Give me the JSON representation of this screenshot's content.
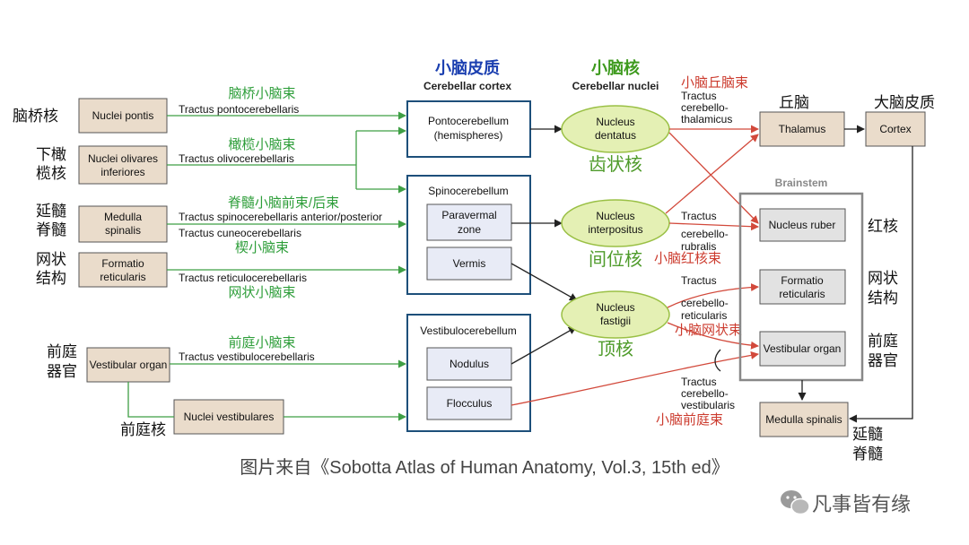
{
  "headers": {
    "cortex_cn": "小脑皮质",
    "cortex_en": "Cerebellar cortex",
    "nuclei_cn": "小脑核",
    "nuclei_en": "Cerebellar nuclei"
  },
  "left": {
    "pontis": {
      "cn": "脑桥核",
      "label": "Nuclei pontis"
    },
    "olivares": {
      "cn1": "下橄",
      "cn2": "榄核",
      "label1": "Nuclei olivares",
      "label2": "inferiores"
    },
    "medulla": {
      "cn1": "延髓",
      "cn2": "脊髓",
      "label1": "Medulla",
      "label2": "spinalis"
    },
    "formatio": {
      "cn1": "网状",
      "cn2": "结构",
      "label1": "Formatio",
      "label2": "reticularis"
    },
    "vestibular": {
      "cn1": "前庭",
      "cn2": "器官",
      "label": "Vestibular organ"
    },
    "vestibulares": {
      "cn": "前庭核",
      "label": "Nuclei vestibulares"
    }
  },
  "tracts_left": {
    "pontocerebellaris": {
      "cn": "脑桥小脑束",
      "en": "Tractus pontocerebellaris"
    },
    "olivocerebellaris": {
      "cn": "橄榄小脑束",
      "en": "Tractus olivocerebellaris"
    },
    "spinocerebellaris": {
      "cn": "脊髓小脑前束/后束",
      "en": "Tractus spinocerebellaris anterior/posterior"
    },
    "cuneocerebellaris": {
      "cn": "楔小脑束",
      "en": "Tractus cuneocerebellaris"
    },
    "reticulocerebellaris": {
      "cn": "网状小脑束",
      "en": "Tractus reticulocerebellaris"
    },
    "vestibulocerebellaris": {
      "cn": "前庭小脑束",
      "en": "Tractus vestibulocerebellaris"
    }
  },
  "cortex": {
    "ponto": {
      "line1": "Pontocerebellum",
      "line2": "(hemispheres)"
    },
    "spino": {
      "title": "Spinocerebellum",
      "paravermal1": "Paravermal",
      "paravermal2": "zone",
      "vermis": "Vermis"
    },
    "vestibulo": {
      "title": "Vestibulocerebellum",
      "nodulus": "Nodulus",
      "flocculus": "Flocculus"
    }
  },
  "nuclei": {
    "dentatus": {
      "line1": "Nucleus",
      "line2": "dentatus",
      "cn": "齿状核"
    },
    "interpositus": {
      "line1": "Nucleus",
      "line2": "interpositus",
      "cn": "间位核"
    },
    "fastigii": {
      "line1": "Nucleus",
      "line2": "fastigii",
      "cn": "顶核"
    }
  },
  "tracts_right": {
    "thalamicus": {
      "cn": "小脑丘脑束",
      "l1": "Tractus",
      "l2": "cerebello-",
      "l3": "thalamicus"
    },
    "rubralis": {
      "cn": "小脑红核束",
      "l1": "Tractus",
      "l2": "cerebello-",
      "l3": "rubralis"
    },
    "reticularis": {
      "cn": "小脑网状束",
      "l1": "Tractus",
      "l2": "cerebello-",
      "l3": "reticularis"
    },
    "vestibularis": {
      "cn": "小脑前庭束",
      "l1": "Tractus",
      "l2": "cerebello-",
      "l3": "vestibularis"
    }
  },
  "right": {
    "thalamus": {
      "cn": "丘脑",
      "label": "Thalamus"
    },
    "cortex": {
      "cn": "大脑皮质",
      "label": "Cortex"
    },
    "brainstem": "Brainstem",
    "ruber": {
      "cn": "红核",
      "label": "Nucleus ruber"
    },
    "formatio": {
      "cn1": "网状",
      "cn2": "结构",
      "label1": "Formatio",
      "label2": "reticularis"
    },
    "vestibular": {
      "cn1": "前庭",
      "cn2": "器官",
      "label": "Vestibular organ"
    },
    "medulla": {
      "cn1": "延髓",
      "cn2": "脊髓",
      "label": "Medulla spinalis"
    }
  },
  "caption": "图片来自《Sobotta Atlas of Human Anatomy, Vol.3, 15th ed》",
  "watermark": "凡事皆有缘",
  "colors": {
    "green": "#3f9f45",
    "red": "#d2493b",
    "blue_border": "#1d4f7a",
    "tan": "#eadccb",
    "oval": "#e4f0b4"
  }
}
